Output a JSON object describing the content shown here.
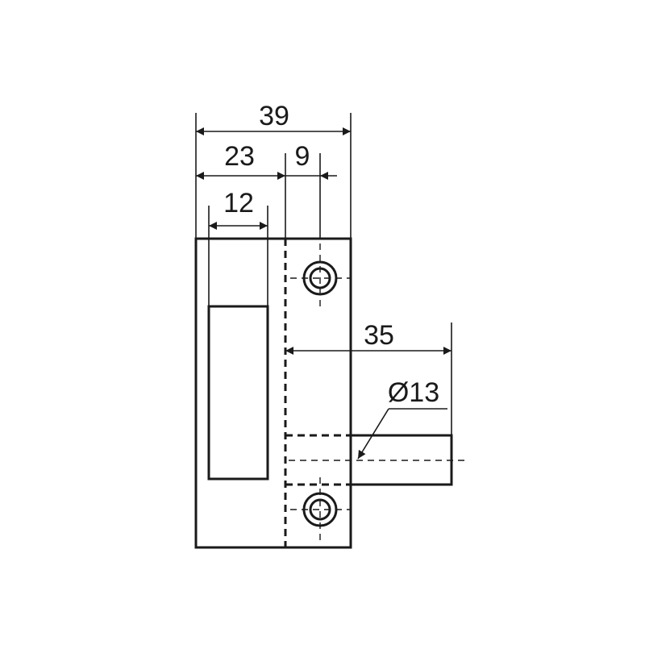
{
  "drawing": {
    "dimensions": {
      "overall_width": "39",
      "slot_offset": "23",
      "hole_offset": "9",
      "slot_width": "12",
      "pin_length": "35",
      "pin_diameter": "Ø13"
    },
    "colors": {
      "line": "#1a1a1a",
      "background": "#ffffff"
    }
  }
}
